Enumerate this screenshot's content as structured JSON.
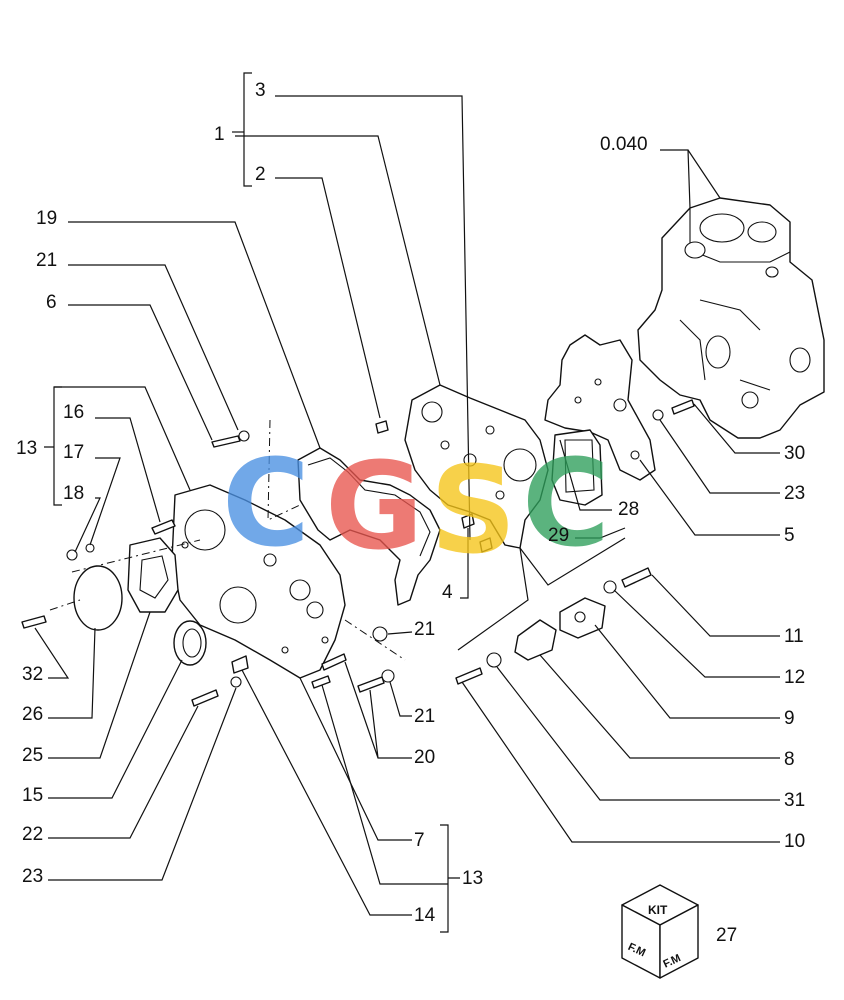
{
  "labels": {
    "l1": "1",
    "l2": "2",
    "l3": "3",
    "l4": "4",
    "l5": "5",
    "l6": "6",
    "l7": "7",
    "l8": "8",
    "l9": "9",
    "l10": "10",
    "l11": "11",
    "l12": "12",
    "l13a": "13",
    "l13b": "13",
    "l14": "14",
    "l15": "15",
    "l16": "16",
    "l17": "17",
    "l18": "18",
    "l19": "19",
    "l20": "20",
    "l21a": "21",
    "l21b": "21",
    "l21c": "21",
    "l22": "22",
    "l23a": "23",
    "l23b": "23",
    "l25": "25",
    "l26": "26",
    "l27": "27",
    "l28": "28",
    "l29": "29",
    "l30": "30",
    "l31": "31",
    "l32": "32",
    "l0040": "0.040"
  },
  "kit_badge": {
    "text": "KIT",
    "logo": "F.M"
  },
  "watermark": {
    "text": "CGSC",
    "colors": [
      "#4a90e2",
      "#e8554e",
      "#f5c518",
      "#2e9e5b"
    ]
  }
}
